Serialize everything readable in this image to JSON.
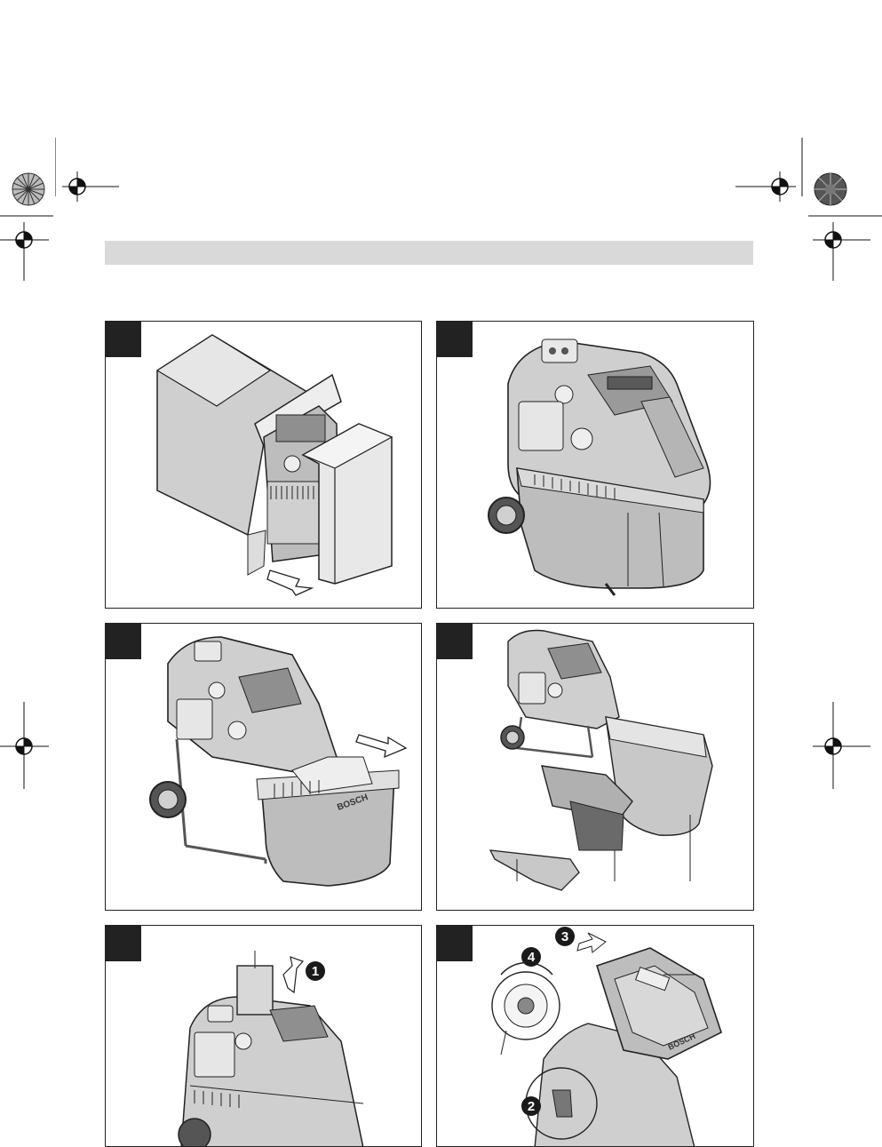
{
  "page": {
    "header_bar_text": ""
  },
  "colors": {
    "frame": "#222222",
    "header_bar": "#d9d9d9",
    "machine_light": "#d8d8d8",
    "machine_mid": "#bdbdbd",
    "machine_dark": "#8f8f8f"
  },
  "figures": [
    {
      "id": "fig-1",
      "number": ""
    },
    {
      "id": "fig-2",
      "number": ""
    },
    {
      "id": "fig-3",
      "number": ""
    },
    {
      "id": "fig-4",
      "number": ""
    },
    {
      "id": "fig-5",
      "number": ""
    },
    {
      "id": "fig-6",
      "number": ""
    }
  ],
  "step_markers": {
    "fig5_step1": "1",
    "fig6_step2": "2",
    "fig6_step3": "3",
    "fig6_step4": "4"
  },
  "brand_logo": "BOSCH",
  "icons": [
    "registration-crosshair-icon",
    "color-calibration-wheel-icon",
    "arrow-icon"
  ]
}
